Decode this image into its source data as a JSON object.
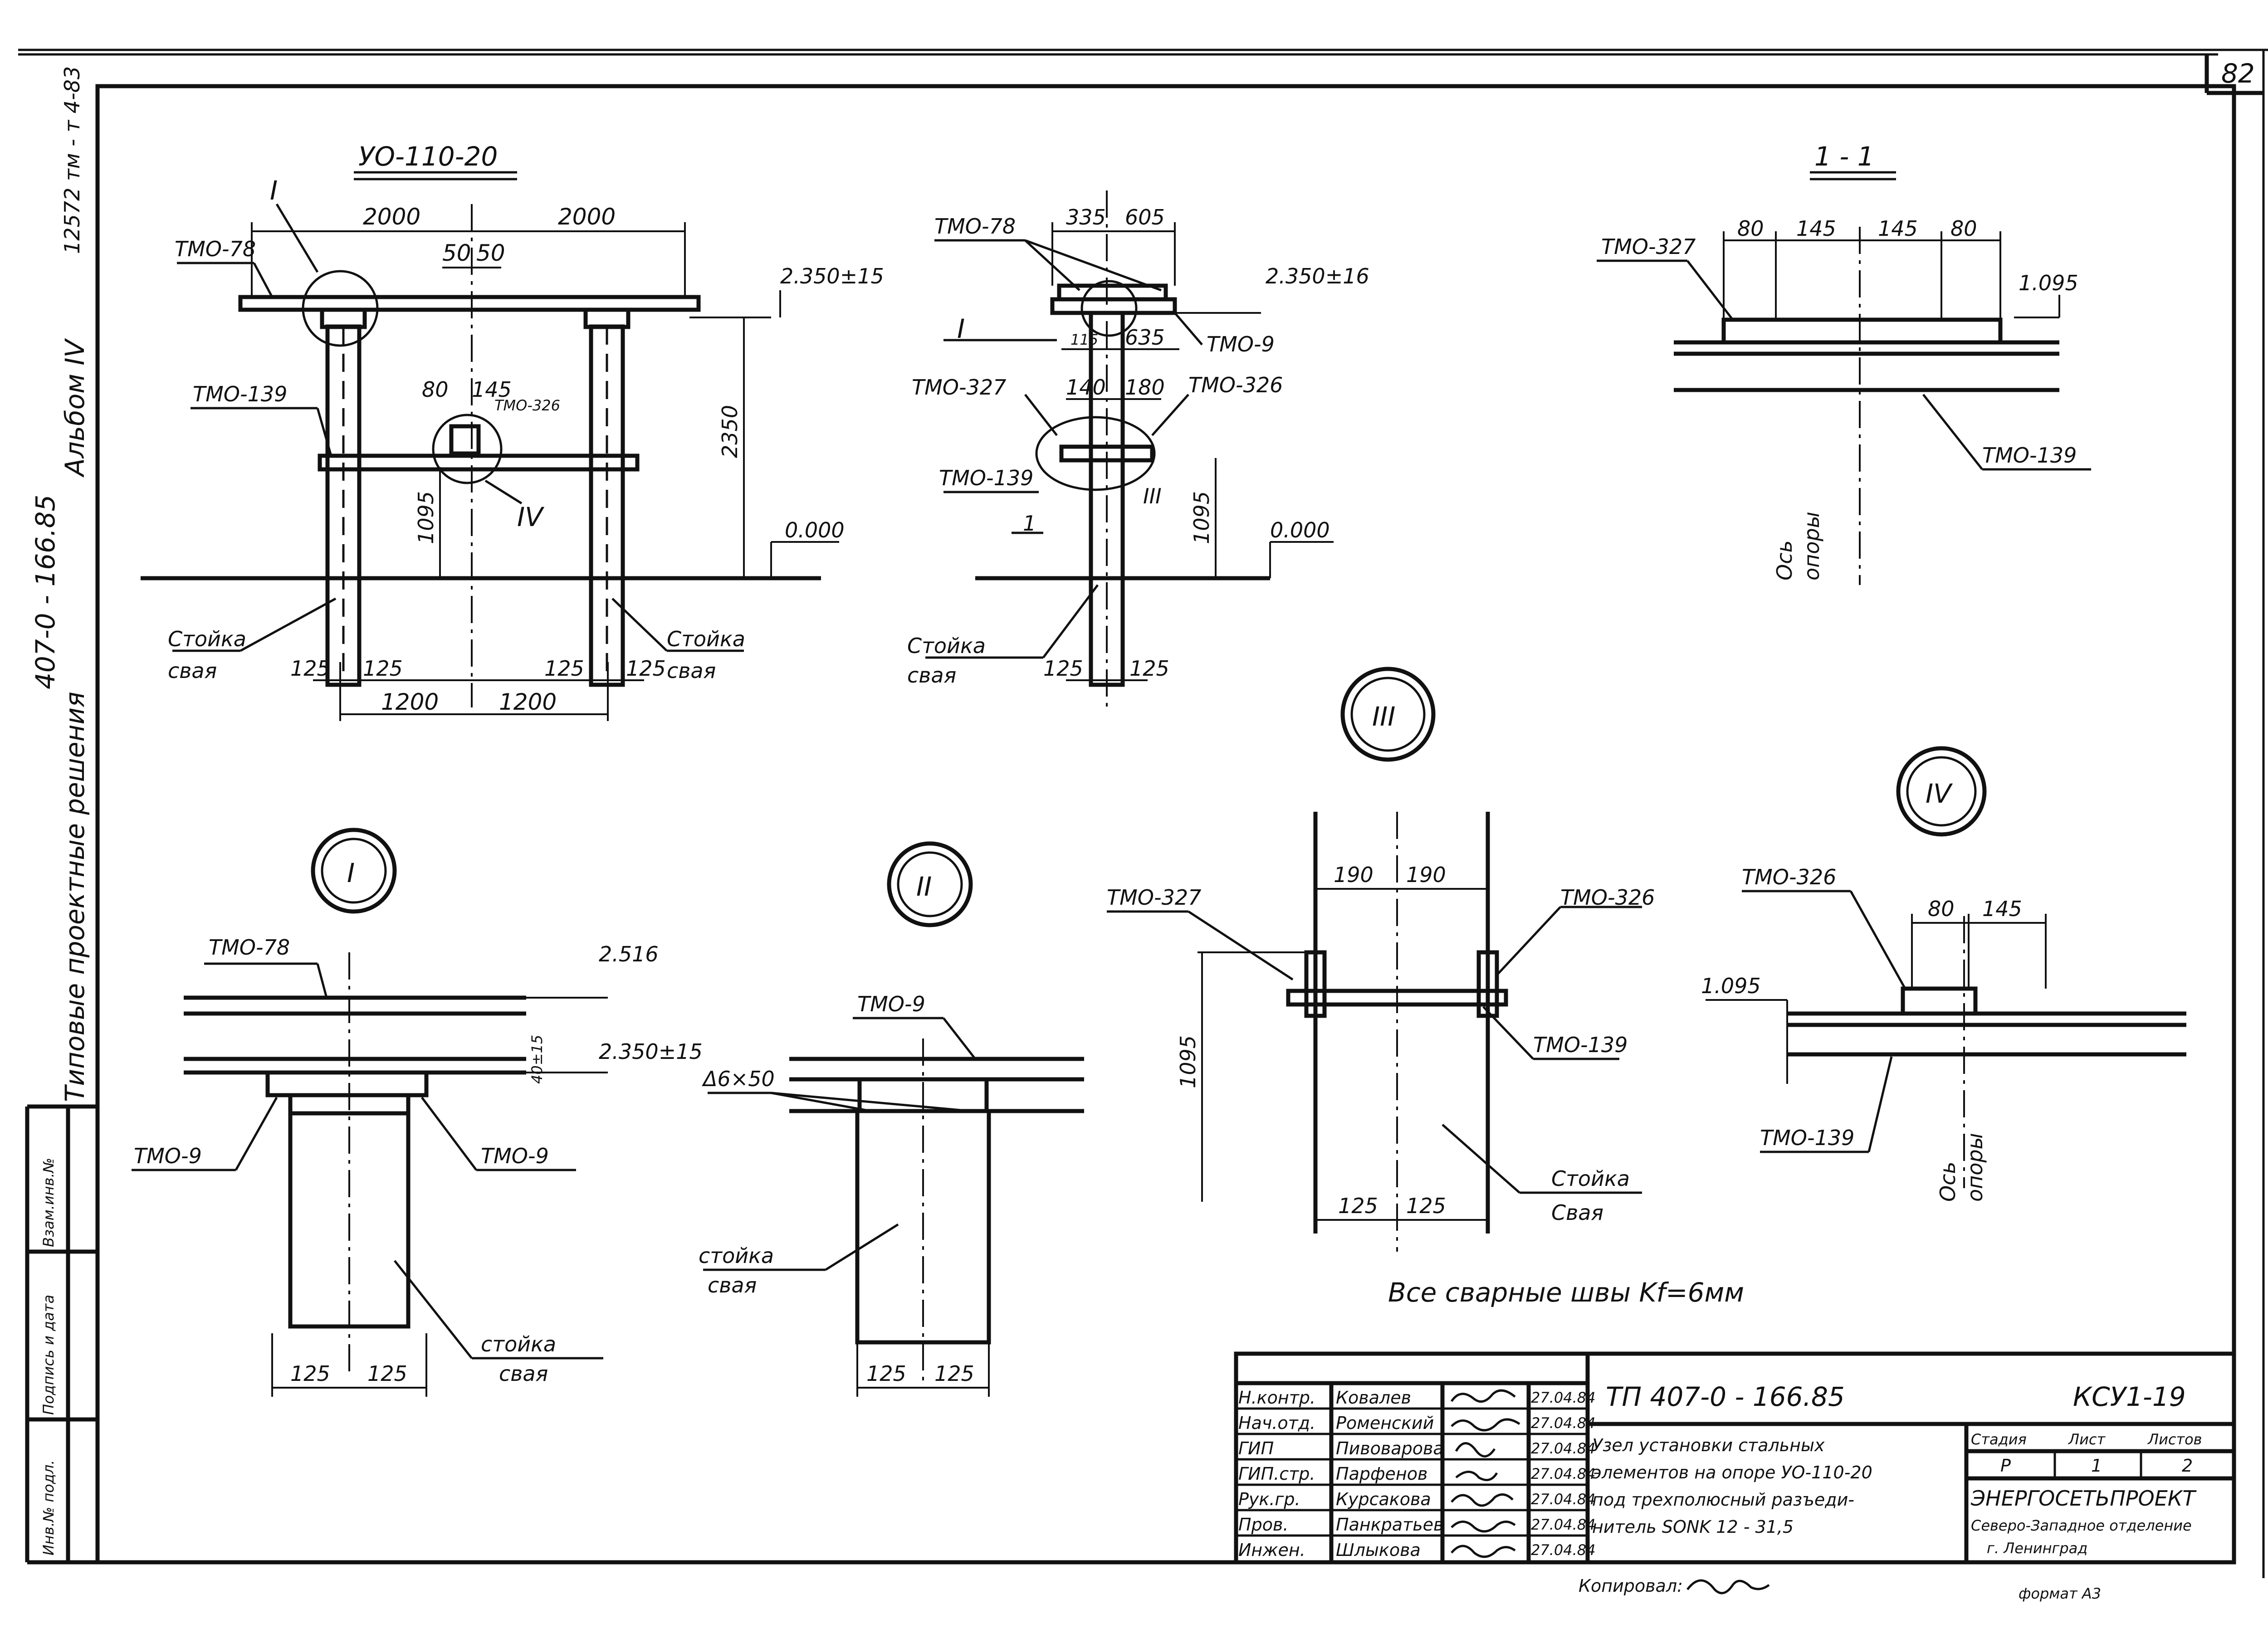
{
  "sheet": {
    "page_number": "82",
    "top_code": "12572 тм - т 4-83"
  },
  "side_strip": {
    "line1": "407-0 - 166.85",
    "line2": "Альбом IV",
    "line3": "Типовые проектные решения",
    "stamp_cells": [
      "Инв.№ подл.",
      "Подпись и дата",
      "Взам.инв.№"
    ]
  },
  "view_main": {
    "title": "УО-110-20",
    "callout": "I",
    "callout_iv": "IV",
    "labels": {
      "beam": "ТМО-78",
      "strut": "ТМО-139",
      "small_part": "ТМО-326",
      "post": "Стойка",
      "pile": "свая",
      "post_r": "Стойка",
      "pile_r": "свая"
    },
    "dims": {
      "w_left": "2000",
      "w_right": "2000",
      "c_left": "50",
      "c_right": "50",
      "d_80": "80",
      "d_145": "145",
      "h_total": "2350",
      "h_strut": "1095",
      "p1": "125",
      "p2": "125",
      "p3": "125",
      "p4": "125",
      "s_left": "1200",
      "s_right": "1200"
    },
    "elev_top": "2.350±15",
    "elev_zero": "0.000"
  },
  "view_side": {
    "callouts": {
      "i": "I",
      "iii": "III",
      "cut": "1"
    },
    "labels": {
      "beam": "ТМО-78",
      "plate": "ТМО-9",
      "l327": "ТМО-327",
      "l326": "ТМО-326",
      "strut": "ТМО-139",
      "post": "Стойка",
      "pile": "свая"
    },
    "dims": {
      "a": "335",
      "b": "605",
      "c": "115",
      "d": "635",
      "e": "140",
      "f": "180",
      "h": "1095",
      "p1": "125",
      "p2": "125"
    },
    "elev_top": "2.350±16",
    "elev_zero": "0.000"
  },
  "view_section": {
    "title": "1 - 1",
    "labels": {
      "l327": "ТМО-327",
      "l139": "ТМО-139"
    },
    "dims": [
      "80",
      "145",
      "145",
      "80"
    ],
    "elev": "1.095",
    "axis": [
      "Ось",
      "опоры"
    ]
  },
  "detail_i": {
    "callout": "I",
    "labels": {
      "beam": "ТМО-78",
      "left": "ТМО-9",
      "right": "ТМО-9",
      "post": "стойка",
      "pile": "свая"
    },
    "elev_a": "2.516",
    "elev_b": "2.350±15",
    "small": "40±15",
    "dims": [
      "125",
      "125"
    ]
  },
  "detail_ii": {
    "callout": "II",
    "labels": {
      "plate": "ТМО-9",
      "weld": "Δ6×50",
      "post": "стойка",
      "pile": "свая"
    },
    "dims": [
      "125",
      "125"
    ]
  },
  "detail_iii": {
    "callout": "III",
    "labels": {
      "l327": "ТМО-327",
      "l326": "ТМО-326",
      "l139": "ТМО-139",
      "post": "Стойка",
      "pile": "Свая"
    },
    "dims": {
      "top_l": "190",
      "top_r": "190",
      "h": "1095",
      "p1": "125",
      "p2": "125"
    }
  },
  "detail_iv": {
    "callout": "IV",
    "labels": {
      "l326": "ТМО-326",
      "l139": "ТМО-139"
    },
    "dims": [
      "80",
      "145"
    ],
    "elev": "1.095",
    "axis": [
      "Ось",
      "опоры"
    ]
  },
  "note": "Все сварные швы Kf=6мм",
  "title_block": {
    "doc_code": "ТП 407-0 - 166.85",
    "sheet_code": "КСУ1-19",
    "rows": [
      {
        "role": "Н.контр.",
        "name": "Ковалев",
        "date": "27.04.84"
      },
      {
        "role": "Нач.отд.",
        "name": "Роменский",
        "date": "27.04.84"
      },
      {
        "role": "ГИП",
        "name": "Пивоварова",
        "date": "27.04.84"
      },
      {
        "role": "ГИП.стр.",
        "name": "Парфенов",
        "date": "27.04.84"
      },
      {
        "role": "Рук.гр.",
        "name": "Курсакова",
        "date": "27.04.84"
      },
      {
        "role": "Пров.",
        "name": "Панкратьев",
        "date": "27.04.84"
      },
      {
        "role": "Инжен.",
        "name": "Шлыкова",
        "date": "27.04.84"
      }
    ],
    "description": [
      "Узел установки стальных",
      "элементов на опоре УО-110-20",
      "под трехполюсный разъеди-",
      "нитель SONK 12 - 31,5"
    ],
    "stage_header": [
      "Стадия",
      "Лист",
      "Листов"
    ],
    "stage_values": [
      "Р",
      "1",
      "2"
    ],
    "org": "ЭНЕРГОСЕТЬПРОЕКТ",
    "org_sub1": "Северо-Западное отделение",
    "org_sub2": "г. Ленинград",
    "copied": "Копировал:",
    "format": "формат А3"
  }
}
